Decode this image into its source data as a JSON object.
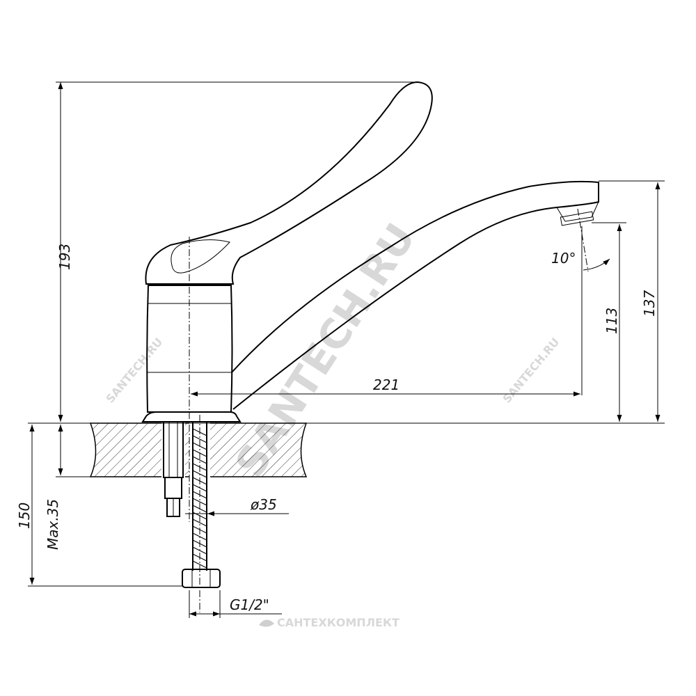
{
  "dimensions": {
    "total_height": "193",
    "reach": "221",
    "spout_height": "137",
    "outlet_height": "113",
    "outlet_angle": "10°",
    "install_depth": "150",
    "countertop_max": "Max.35",
    "hole_diameter": "ø35",
    "connection_thread": "G1/2\""
  },
  "watermark": {
    "main": "SANTECH.RU",
    "small_left": "SANTECH.RU",
    "small_right": "SANTECH.RU",
    "bottom": "САНТЕХКОМПЛЕКТ"
  },
  "colors": {
    "line": "#000000",
    "watermark": "#d8d8d8",
    "background": "#ffffff"
  }
}
